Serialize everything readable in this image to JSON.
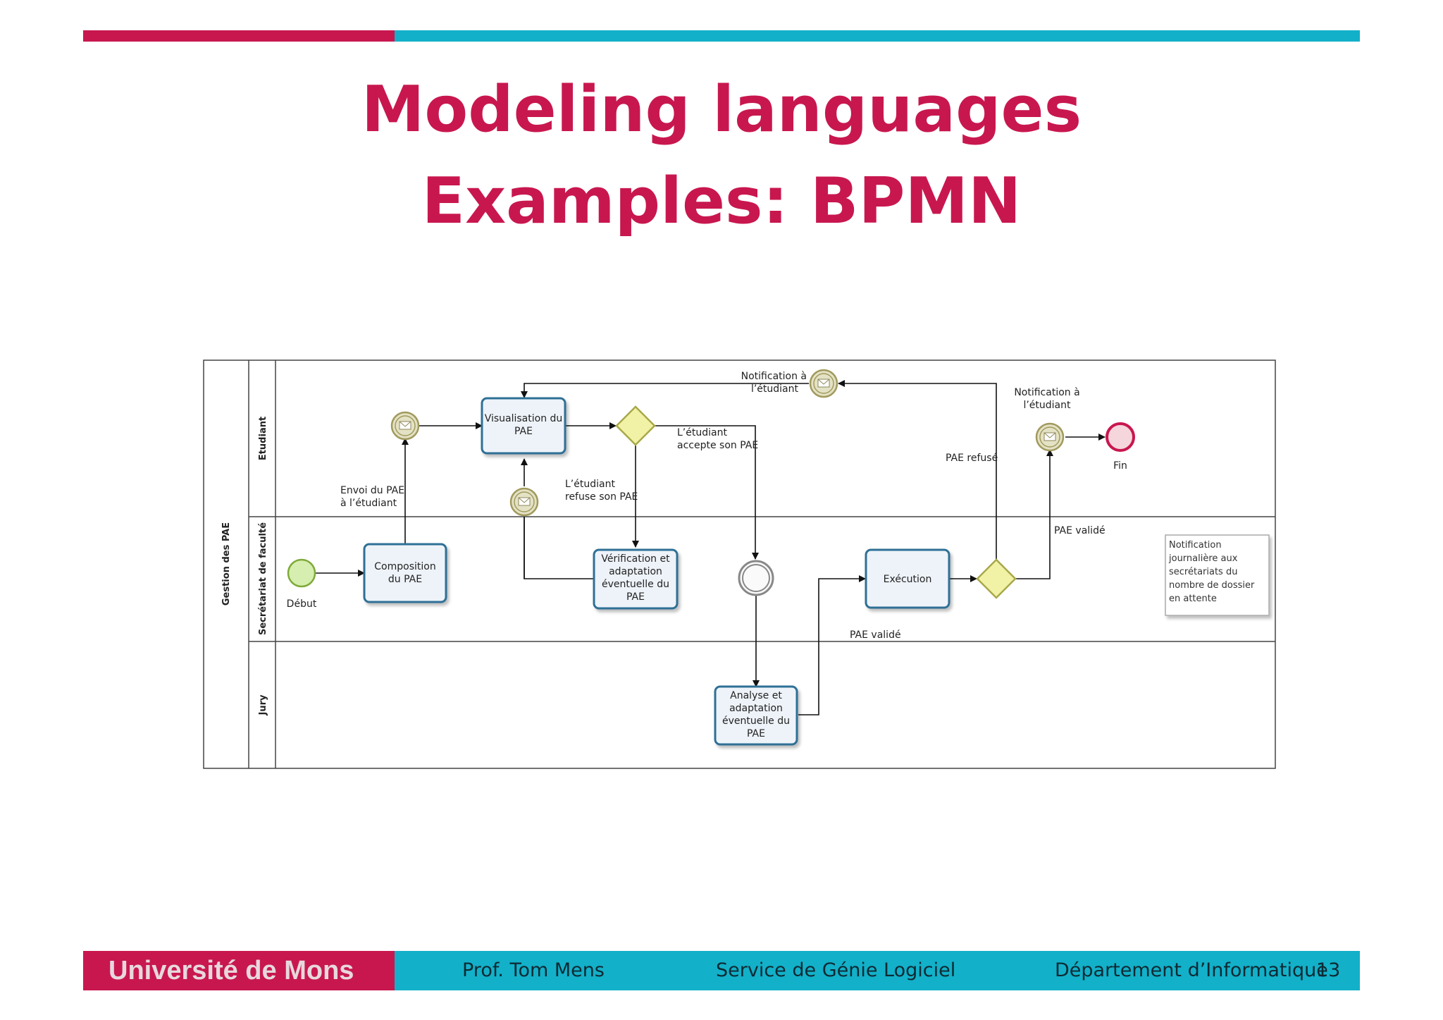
{
  "slide": {
    "title_line1": "Modeling languages",
    "title_line2": "Examples: BPMN",
    "page_number": "13"
  },
  "footer": {
    "university": "Université de Mons",
    "professor": "Prof. Tom Mens",
    "service": "Service de Génie Logiciel",
    "department": "Département d’Informatique"
  },
  "diagram": {
    "pool": "Gestion des PAE",
    "lanes": [
      "Etudiant",
      "Secrétariat de faculté",
      "Jury"
    ],
    "tasks": {
      "composition": [
        "Composition",
        "du PAE"
      ],
      "visualisation": [
        "Visualisation du",
        "PAE"
      ],
      "verification": [
        "Vérification et",
        "adaptation",
        "éventuelle du",
        "PAE"
      ],
      "execution": [
        "Exécution"
      ],
      "analyse": [
        "Analyse et",
        "adaptation",
        "éventuelle du",
        "PAE"
      ]
    },
    "events": {
      "start": "Début",
      "end": "Fin"
    },
    "labels": {
      "envoi": [
        "Envoi du PAE",
        "à l’étudiant"
      ],
      "notif_top": [
        "Notification à",
        "l’étudiant"
      ],
      "notif_right": [
        "Notification à",
        "l’étudiant"
      ],
      "accepte": [
        "L’étudiant",
        "accepte son PAE"
      ],
      "refuse": [
        "L’étudiant",
        "refuse son PAE"
      ],
      "pae_refuse": "PAE refusé",
      "pae_valide_upper": "PAE validé",
      "pae_valide_lower": "PAE validé"
    },
    "annotation": [
      "Notification",
      "journalière aux",
      "secrétariats du",
      "nombre de dossier",
      "en attente"
    ],
    "colors": {
      "task_stroke": "#2f6f96",
      "task_fill": "#eef3f9",
      "start_fill": "#d6efb0",
      "start_stroke": "#7faa3a",
      "end_fill": "#f5d6dc",
      "end_stroke": "#c8174f",
      "gateway_fill": "#f2f2a6",
      "gateway_stroke": "#a8a84a",
      "message_fill": "#e4e2c4",
      "message_stroke": "#a19a5e"
    }
  }
}
